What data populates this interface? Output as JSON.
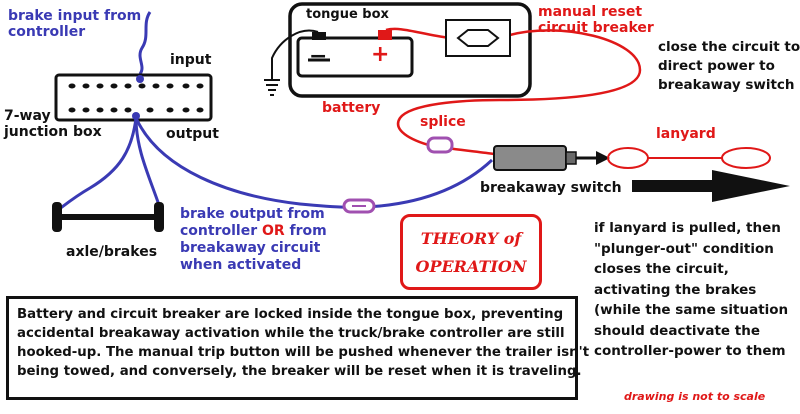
{
  "labels": {
    "brake_input_line1": "brake input from",
    "brake_input_line2": "controller",
    "input": "input",
    "output": "output",
    "junction_line1": "7-way",
    "junction_line2": "junction box",
    "axle": "axle/brakes",
    "brake_out_line1": "brake output from",
    "brake_out_line2_a": "controller ",
    "brake_out_line2_or": "OR",
    "brake_out_line2_b": " from",
    "brake_out_line3": "breakaway circuit",
    "brake_out_line4": "when activated",
    "tongue_box": "tongue box",
    "battery": "battery",
    "minus": "−",
    "plus": "+",
    "manual_reset_line1": "manual reset",
    "manual_reset_line2": "circuit breaker",
    "close_line1": "close the circuit to",
    "close_line2": "direct power to",
    "close_line3": "breakaway switch",
    "splice": "splice",
    "lanyard": "lanyard",
    "breakaway_switch": "breakaway switch",
    "theory_line1": "THEORY of",
    "theory_line2": "OPERATION",
    "if_line1": "if lanyard is pulled, then",
    "if_line2": "\"plunger-out\" condition",
    "if_line3": "closes the circuit,",
    "if_line4": "activating the brakes",
    "if_line5": "(while the same situation",
    "if_line6": "should deactivate the",
    "if_line7": "controller-power to them",
    "scale_note": "drawing is not to scale"
  },
  "note": [
    "Battery and circuit breaker are locked inside the tongue box, preventing",
    "accidental breakaway activation while the truck/brake controller are still",
    "hooked-up. The manual trip button will be pushed whenever the trailer isn't",
    "being towed, and conversely, the breaker will be reset when it is traveling."
  ],
  "colors": {
    "blue_wire": "#3a3ab4",
    "red_wire": "#e01818",
    "splice": "#a050b0",
    "outline": "#111111"
  }
}
